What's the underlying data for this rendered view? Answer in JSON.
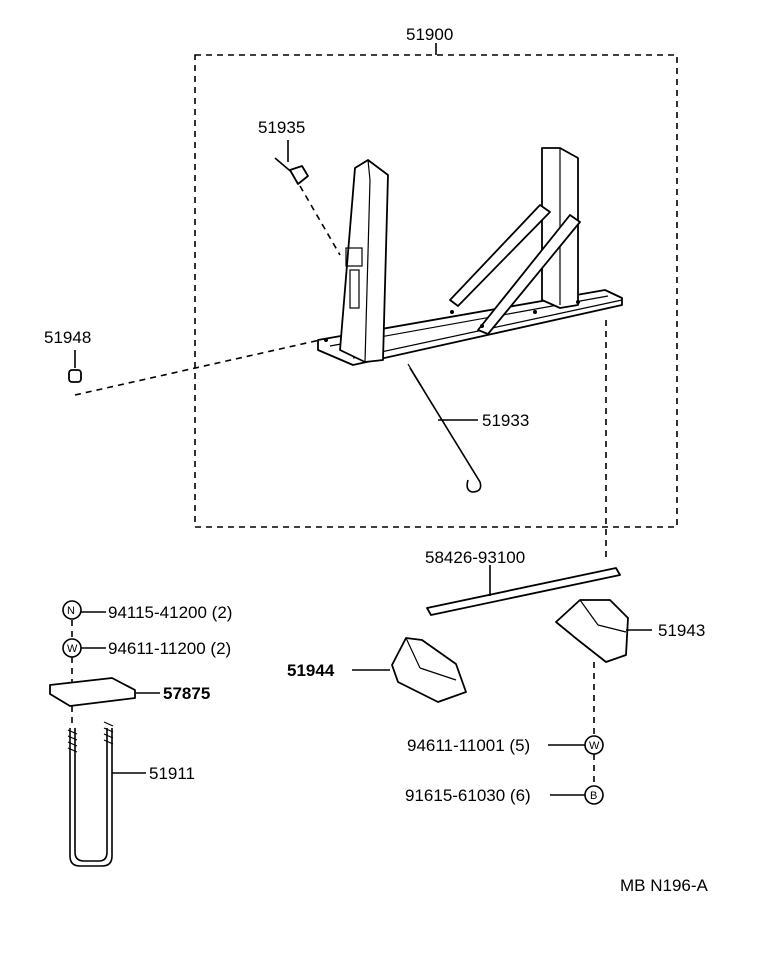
{
  "labels": {
    "assembly": "51900",
    "hook": "51935",
    "bolt_left": "51948",
    "rod": "51933",
    "strip": "58426-93100",
    "bracket_right": "51943",
    "bracket_left": "51944",
    "nut_left": "94115-41200 (2)",
    "washer_left": "94611-11200 (2)",
    "plate": "57875",
    "u_bolt": "51911",
    "washer_right": "94611-11001 (5)",
    "bolt_right": "91615-61030 (6)",
    "diagram_code": "MB N196-A"
  },
  "symbols": {
    "nut": "N",
    "washer": "W",
    "bolt": "B"
  }
}
